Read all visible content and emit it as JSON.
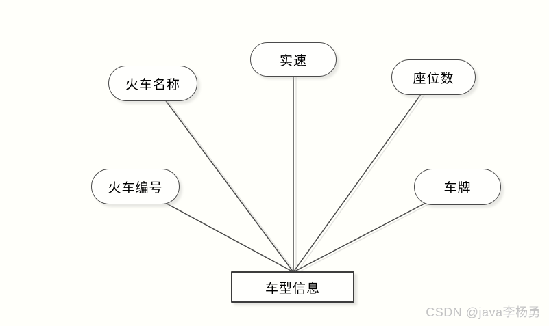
{
  "diagram": {
    "type": "er-attribute-diagram",
    "entity": {
      "label": "车型信息",
      "shape": "rectangle"
    },
    "attributes": [
      {
        "label": "火车名称",
        "shape": "stadium",
        "position": "upper-left"
      },
      {
        "label": "实速",
        "shape": "stadium",
        "position": "top-center"
      },
      {
        "label": "座位数",
        "shape": "stadium",
        "position": "upper-right"
      },
      {
        "label": "火车编号",
        "shape": "stadium",
        "position": "middle-left"
      },
      {
        "label": "车牌",
        "shape": "stadium",
        "position": "middle-right"
      }
    ],
    "connections": [
      {
        "from": "火车名称",
        "to": "车型信息"
      },
      {
        "from": "实速",
        "to": "车型信息"
      },
      {
        "from": "座位数",
        "to": "车型信息"
      },
      {
        "from": "火车编号",
        "to": "车型信息"
      },
      {
        "from": "车牌",
        "to": "车型信息"
      }
    ]
  },
  "watermark": {
    "text": "CSDN @java李杨勇"
  },
  "colors": {
    "background": "#fffffa",
    "node_fill": "#fffffd",
    "stroke": "#4a4a4a",
    "text": "#000000",
    "watermark": "#c3c3c3"
  }
}
